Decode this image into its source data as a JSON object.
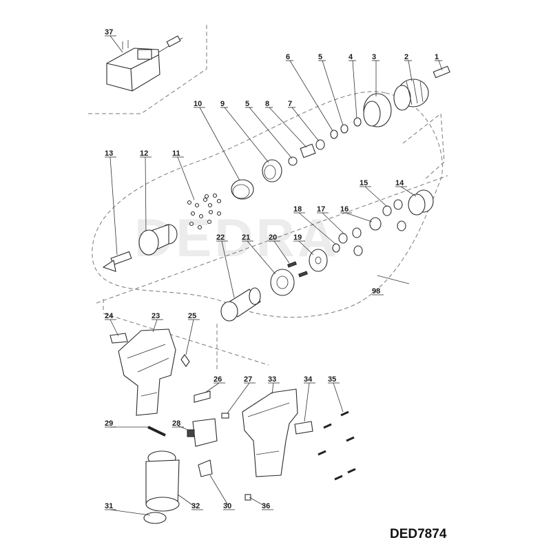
{
  "diagram": {
    "watermark": "DEDRA",
    "model": "DED7874",
    "labels": {
      "l1": "1",
      "l2": "2",
      "l3": "3",
      "l4": "4",
      "l5a": "5",
      "l5b": "5",
      "l6": "6",
      "l7": "7",
      "l8": "8",
      "l9": "9",
      "l10": "10",
      "l11": "11",
      "l12": "12",
      "l13": "13",
      "l14": "14",
      "l15": "15",
      "l16": "16",
      "l17": "17",
      "l18": "18",
      "l19": "19",
      "l20": "20",
      "l21": "21",
      "l22": "22",
      "l23": "23",
      "l24": "24",
      "l25": "25",
      "l26": "26",
      "l27": "27",
      "l28": "28",
      "l29": "29",
      "l30": "30",
      "l31": "31",
      "l32": "32",
      "l33": "33",
      "l34": "34",
      "l35": "35",
      "l36": "36",
      "l37": "37",
      "l98": "98"
    }
  }
}
